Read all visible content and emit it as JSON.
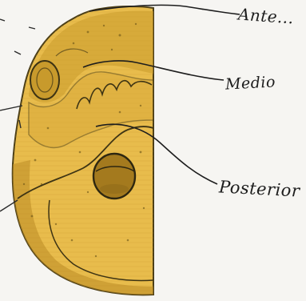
{
  "diagram": {
    "labels": {
      "anterior": "Ante...",
      "medio": "Medio",
      "posterior": "Posterior"
    },
    "colors": {
      "paper": "#f6f5f2",
      "yellow_light": "#e8bc4c",
      "yellow_dark": "#c49228",
      "outline": "#5a4a1c",
      "ink": "#1d1d1d"
    }
  }
}
